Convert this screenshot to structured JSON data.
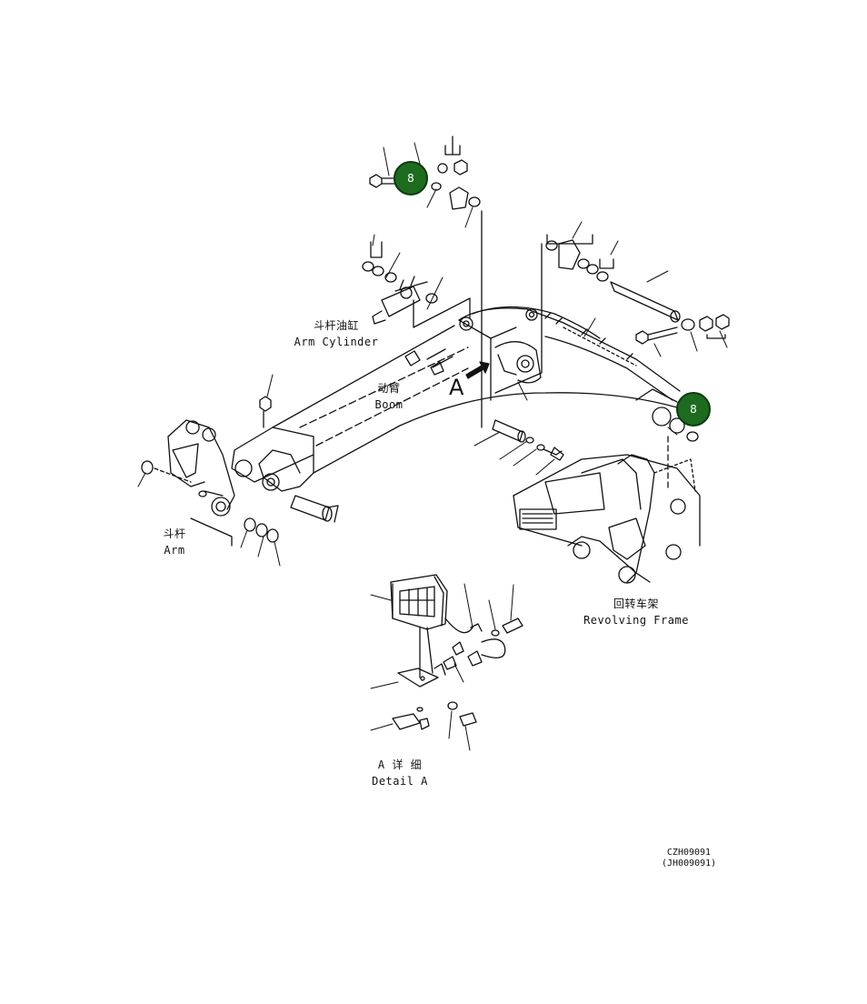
{
  "labels": {
    "arm_cylinder_cn": "斗杆油缸",
    "arm_cylinder_en": "Arm Cylinder",
    "boom_cn": "动臂",
    "boom_en": "Boom",
    "arm_cn": "斗杆",
    "arm_en": "Arm",
    "revolving_frame_cn": "回转车架",
    "revolving_frame_en": "Revolving Frame",
    "detail_a_cn": "A 详 细",
    "detail_a_en": "Detail A",
    "view_a": "A"
  },
  "callouts": [
    {
      "number": "8"
    },
    {
      "number": "8"
    }
  ],
  "drawing_codes": {
    "main": "CZH09091",
    "alt": "(JH009091)"
  },
  "colors": {
    "callout_fill": "#1d6b1f",
    "callout_text": "#ffffff",
    "line": "#111111"
  }
}
